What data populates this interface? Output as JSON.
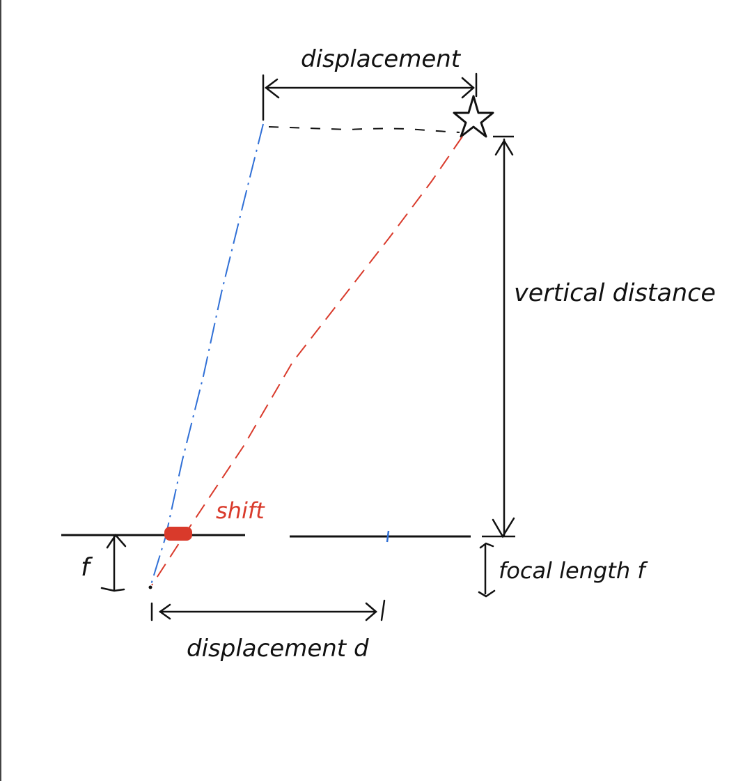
{
  "labels": {
    "displacement_top": "displacement",
    "vertical_distance": "vertical distance",
    "shift": "shift",
    "f_left": "f",
    "focal_length": "focal length f",
    "displacement_bottom": "displacement d"
  },
  "colors": {
    "ink": "#111111",
    "blue_ray": "#2f6fd6",
    "red_ray": "#d93a2b",
    "background": "#ffffff"
  },
  "icons": {
    "star": "star-icon"
  }
}
